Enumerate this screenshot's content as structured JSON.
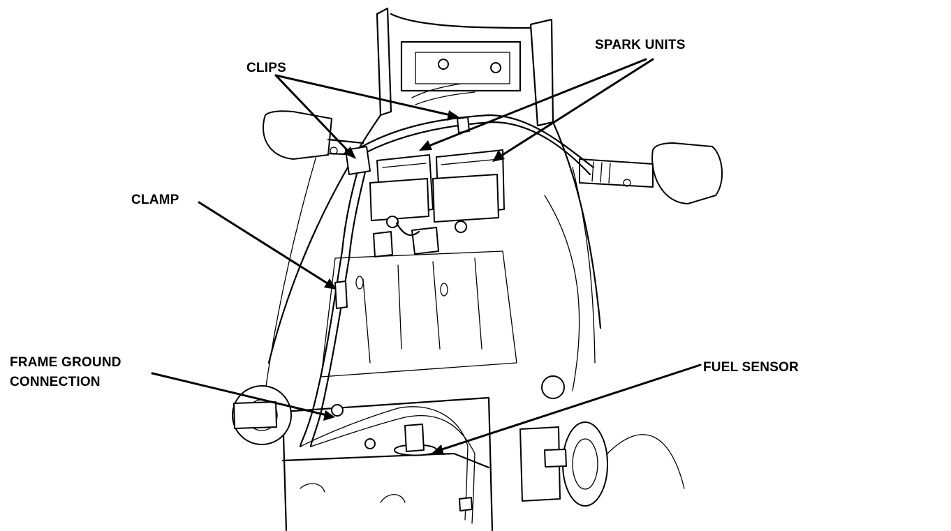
{
  "labels": {
    "clips": "CLIPS",
    "spark_units": "SPARK UNITS",
    "clamp": "CLAMP",
    "frame_ground_line1": "FRAME GROUND",
    "frame_ground_line2": "CONNECTION",
    "fuel_sensor": "FUEL SENSOR"
  }
}
